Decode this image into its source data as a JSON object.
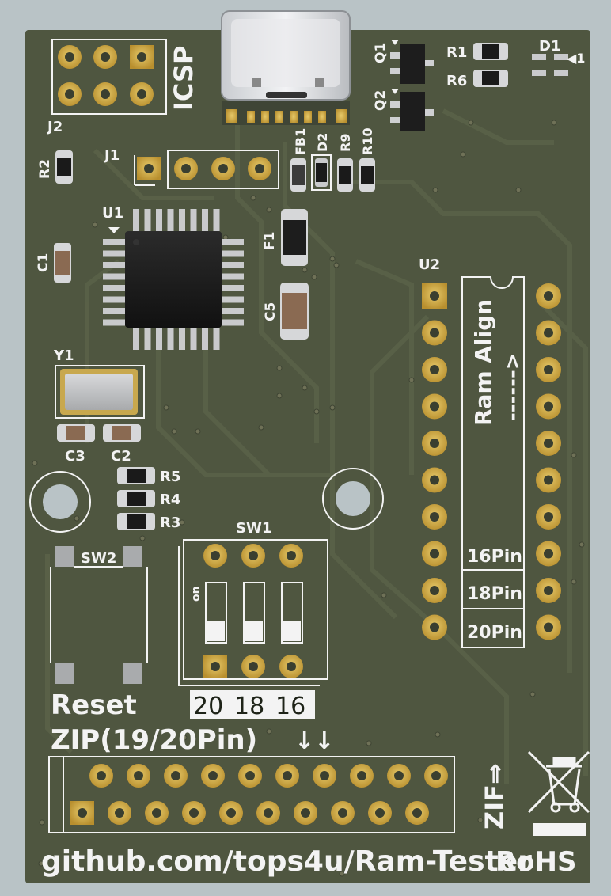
{
  "board": {
    "url": "github.com/tops4u/Ram-Tester",
    "rohs": "RoHS"
  },
  "labels": {
    "icsp": "ICSP",
    "j2": "J2",
    "j1": "J1",
    "q1": "Q1",
    "q2": "Q2",
    "r1": "R1",
    "r6": "R6",
    "d1": "D1",
    "pin1_marker": "◀1",
    "r2": "R2",
    "fb1": "FB1",
    "d2": "D2",
    "r9": "R9",
    "r10": "R10",
    "u1": "U1",
    "f1": "F1",
    "c1": "C1",
    "c5": "C5",
    "u2": "U2",
    "y1": "Y1",
    "c3": "C3",
    "c2": "C2",
    "r5": "R5",
    "r4": "R4",
    "r3": "R3",
    "sw1": "SW1",
    "sw2": "SW2",
    "on": "on",
    "ram_align": "Ram Align",
    "arrow_line": "------>",
    "pin16": "16Pin",
    "pin18": "18Pin",
    "pin20": "20Pin",
    "reset": "Reset",
    "sw_20": "20",
    "sw_18": "18",
    "sw_16": "16",
    "zip": "ZIP(19/20Pin)",
    "zip_arrows": "↓↓",
    "zif": "ZIF⇒"
  },
  "colors": {
    "board": "#4f5640",
    "silk": "#f3f3f3",
    "pad": "#c9a646",
    "edge": "#b9c3c6"
  }
}
